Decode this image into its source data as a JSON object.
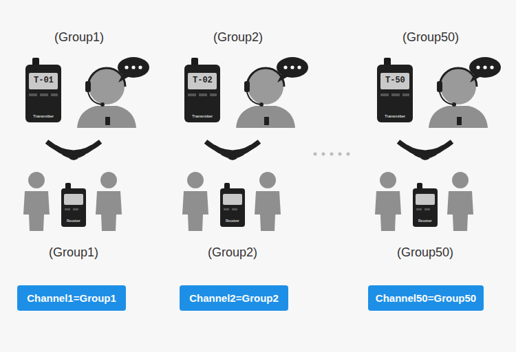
{
  "diagram": {
    "nodes": [
      {
        "text": [
          "Channel1=Group1"
        ]
      },
      {
        "text": [
          "Channel2=Group2"
        ]
      },
      {
        "text": [
          "Channel50=Group50"
        ]
      }
    ],
    "labels": [
      "(Group1)",
      "(Group2)",
      "(Group50)",
      "T-01",
      "T-02",
      "T-50",
      "Transmitter",
      "Transmitter",
      "Transmitter",
      "Receiver",
      "Receiver",
      "Receiver",
      "(Group1)",
      "(Group2)",
      "(Group50)"
    ]
  }
}
